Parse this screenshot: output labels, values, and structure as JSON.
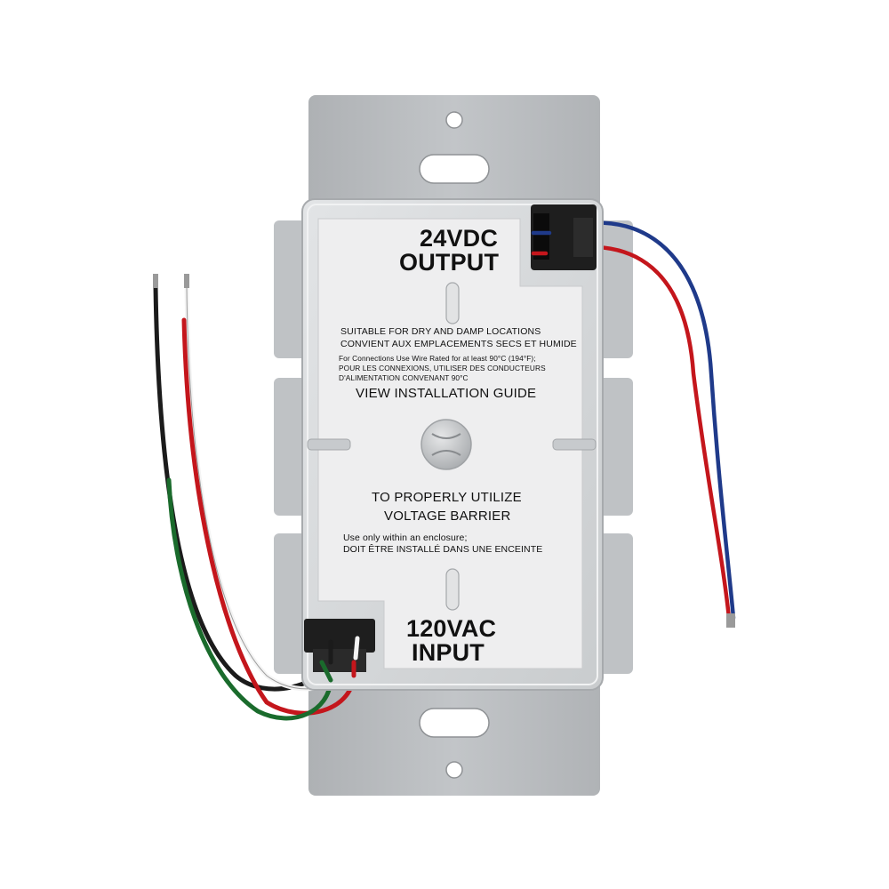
{
  "labels": {
    "output_line1": "24VDC",
    "output_line2": "OUTPUT",
    "input_line1": "120VAC",
    "input_line2": "INPUT",
    "locations_en": "SUITABLE FOR DRY AND DAMP LOCATIONS",
    "locations_fr": "CONVIENT AUX EMPLACEMENTS SECS ET HUMIDE",
    "wire_en": "For Connections Use Wire Rated for at least 90°C (194°F);",
    "wire_fr_1": "POUR LES CONNEXIONS, UTILISER DES CONDUCTEURS",
    "wire_fr_2": "D'ALIMENTATION CONVENANT 90°C",
    "guide": "VIEW INSTALLATION GUIDE",
    "barrier_1": "TO PROPERLY UTILIZE",
    "barrier_2": "VOLTAGE BARRIER",
    "enclosure_en": "Use only within an enclosure;",
    "enclosure_fr": "DOIT ÊTRE INSTALLÉ DANS UNE ENCEINTE"
  },
  "colors": {
    "background": "#ffffff",
    "plate": "#b9bcbf",
    "housing": "#d6d8da",
    "label_panel": "#eeeeef",
    "wire_black": "#1b1b1b",
    "wire_white": "#f4f4f4",
    "wire_red": "#c4161c",
    "wire_green": "#1a6b2c",
    "wire_blue": "#1f3a8a"
  }
}
